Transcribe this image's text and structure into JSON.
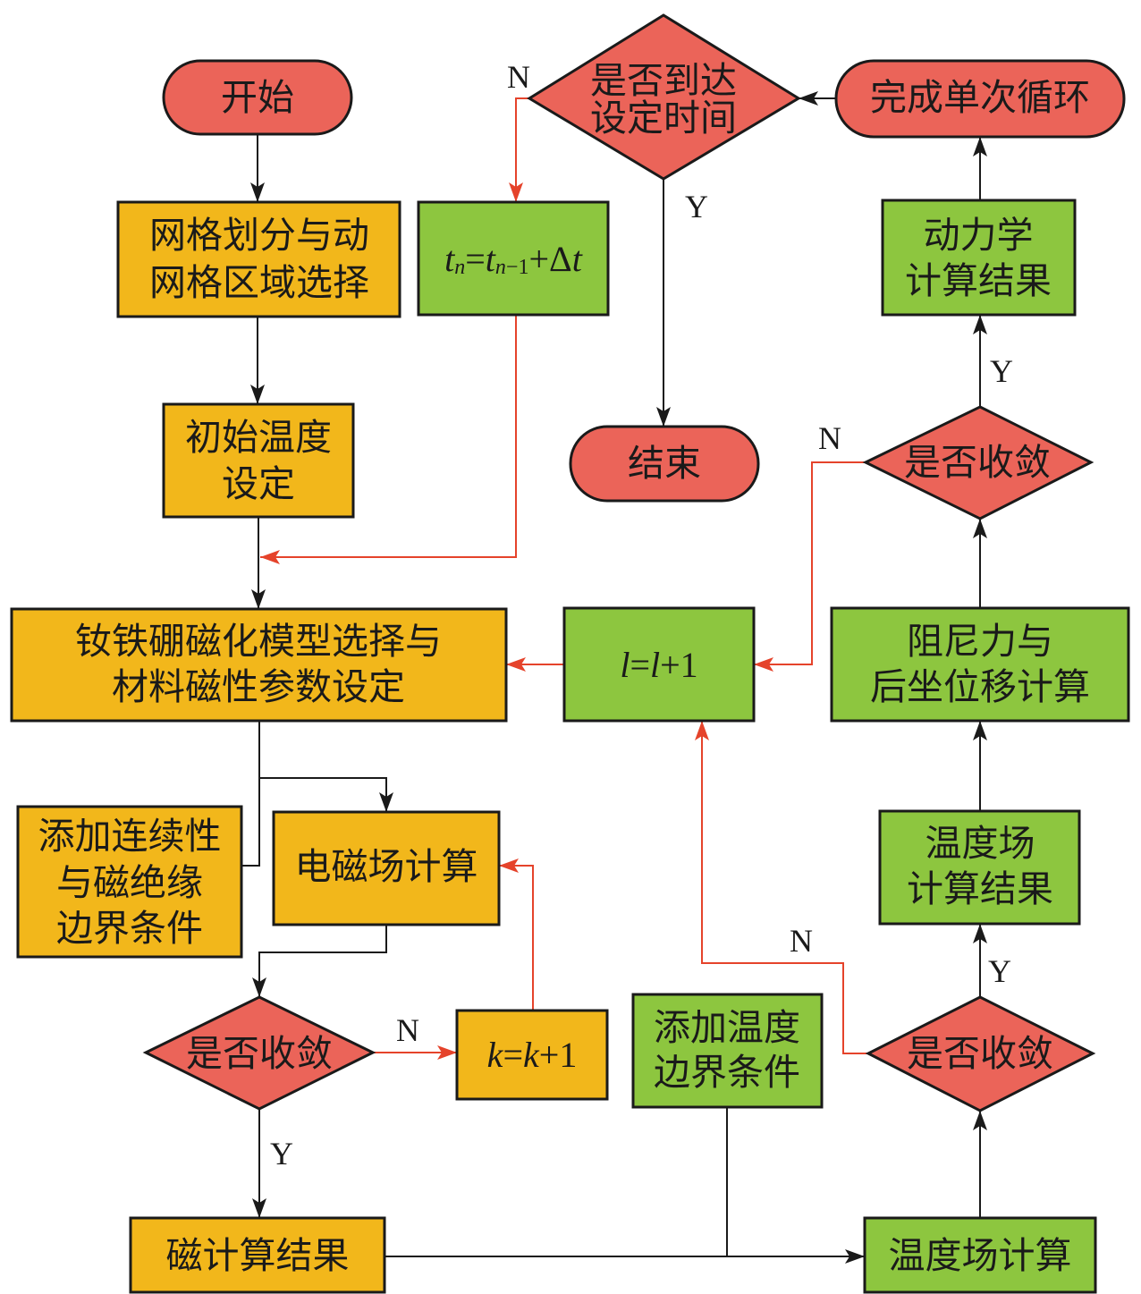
{
  "nodes": {
    "start": {
      "label": "开始"
    },
    "mesh": {
      "lines": [
        "网格划分与动",
        "网格区域选择"
      ]
    },
    "initial_temperature": {
      "lines": [
        "初始温度",
        "设定"
      ]
    },
    "magnet_model": {
      "lines": [
        "钕铁硼磁化模型选择与",
        "材料磁性参数设定"
      ]
    },
    "continuity_bc": {
      "lines": [
        "添加连续性",
        "与磁绝缘",
        "边界条件"
      ]
    },
    "em_calc": {
      "label": "电磁场计算"
    },
    "em_converge": {
      "label": "是否收敛"
    },
    "k_increment": {
      "formula": [
        "k",
        "=",
        "k",
        "+1"
      ]
    },
    "magnetic_result": {
      "label": "磁计算结果"
    },
    "time_step": {
      "formula": [
        "t",
        "n",
        "=",
        "t",
        "n",
        "−1",
        "+Δ",
        "t"
      ]
    },
    "time_check": {
      "lines": [
        "是否到达",
        "设定时间"
      ]
    },
    "end": {
      "label": "结束"
    },
    "loop_complete": {
      "label": "完成单次循环"
    },
    "dynamics_result": {
      "lines": [
        "动力学",
        "计算结果"
      ]
    },
    "dynamics_converge": {
      "label": "是否收敛"
    },
    "damping_calc": {
      "lines": [
        "阻尼力与",
        "后坐位移计算"
      ]
    },
    "l_increment": {
      "formula": [
        "l",
        "=",
        "l",
        "+1"
      ]
    },
    "thermal_result": {
      "lines": [
        "温度场",
        "计算结果"
      ]
    },
    "thermal_converge": {
      "label": "是否收敛"
    },
    "thermal_bc": {
      "lines": [
        "添加温度",
        "边界条件"
      ]
    },
    "thermal_calc": {
      "label": "温度场计算"
    }
  },
  "edge_labels": {
    "time_check_no": "N",
    "time_check_yes": "Y",
    "dynamics_no": "N",
    "dynamics_yes": "Y",
    "em_no": "N",
    "em_yes": "Y",
    "thermal_no": "N",
    "thermal_yes": "Y"
  },
  "colors": {
    "terminal": "#EB6459",
    "magnetic": "#F2B71B",
    "thermal": "#8DC63F",
    "loop": "#E5432B"
  }
}
